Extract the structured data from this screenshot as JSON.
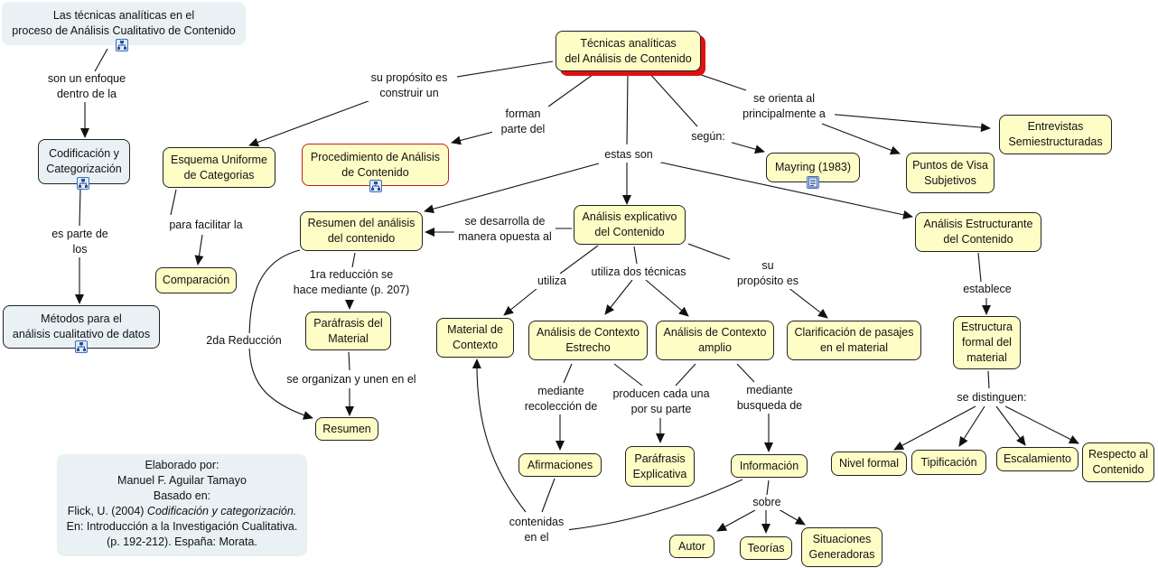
{
  "colors": {
    "concept_fill": "#fffdc6",
    "blue_fill": "#e9f1f5",
    "main_shadow": "#e01010",
    "red_border": "#c0201e",
    "line": "#111111"
  },
  "nodes": {
    "tecnicas_proceso": "Las técnicas analíticas en el\nproceso de Análisis Cualitativo de Contenido",
    "codificacion": "Codificación y\nCategorización",
    "metodos": "Métodos para el\nanálisis cualitativo de datos",
    "main": "Técnicas analíticas\ndel Análisis de Contenido",
    "esquema": "Esquema Uniforme\nde Categorias",
    "comparacion": "Comparación",
    "procedimiento": "Procedimiento de Análisis\nde Contenido",
    "resumen_analisis": "Resumen del análisis\ndel contenido",
    "parafrasis_material": "Paráfrasis del\nMaterial",
    "resumen": "Resumen",
    "analisis_explicativo": "Análisis explicativo\ndel Contenido",
    "material_contexto": "Material de\nContexto",
    "contexto_estrecho": "Análisis de Contexto\nEstrecho",
    "contexto_amplio": "Análisis de Contexto\namplio",
    "clarificacion": "Clarificación de pasajes\nen el material",
    "afirmaciones": "Afirmaciones",
    "parafrasis_explicativa": "Paráfrasis\nExplicativa",
    "informacion": "Información",
    "autor": "Autor",
    "teorias": "Teorías",
    "situaciones": "Situaciones\nGeneradoras",
    "mayring": "Mayring (1983)",
    "puntos_visa": "Puntos de Visa\nSubjetivos",
    "entrevistas": "Entrevistas\nSemiestructuradas",
    "estructurante": "Análisis Estructurante\ndel Contenido",
    "estructura_formal": "Estructura\nformal del\nmaterial",
    "nivel_formal": "Nivel formal",
    "tipificacion": "Tipificación",
    "escalamiento": "Escalamiento",
    "respecto": "Respecto al\nContenido"
  },
  "links": {
    "son_enfoque": "son un enfoque\ndentro de la",
    "es_parte": "es parte de\nlos",
    "su_proposito_construir": "su propósito es\nconstruir un",
    "para_facilitar": "para facilitar la",
    "forman_parte": "forman\nparte del",
    "estas_son": "estas son",
    "segun": "según:",
    "se_orienta": "se orienta al\nprincipalmente a",
    "se_desarrolla": "se desarrolla de\nmanera opuesta al",
    "primera_reduccion": "1ra reducción se\nhace mediante (p. 207)",
    "se_organizan": "se organizan y unen en el",
    "segunda_reduccion": "2da Reducción",
    "utiliza": "utiliza",
    "utiliza_dos": "utiliza dos técnicas",
    "su_proposito": "su\npropósito es",
    "mediante_recoleccion": "mediante\nrecolección de",
    "producen": "producen cada una\npor su parte",
    "mediante_busqueda": "mediante\nbusqueda de",
    "contenidas": "contenidas\nen el",
    "sobre": "sobre",
    "establece": "establece",
    "se_distinguen": "se distinguen:"
  },
  "credits": {
    "line1": "Elaborado por:",
    "line2": "Manuel F. Aguilar Tamayo",
    "line3": "Basado en:",
    "line4_prefix": "Flick, U. (2004) ",
    "line4_title": "Codificación y categorización.",
    "line5": "En: Introducción a la Investigación Cualitativa.",
    "line6": "(p. 192-212). España: Morata."
  },
  "icons": {
    "submap": "concept-map-link-icon",
    "document": "document-link-icon"
  }
}
